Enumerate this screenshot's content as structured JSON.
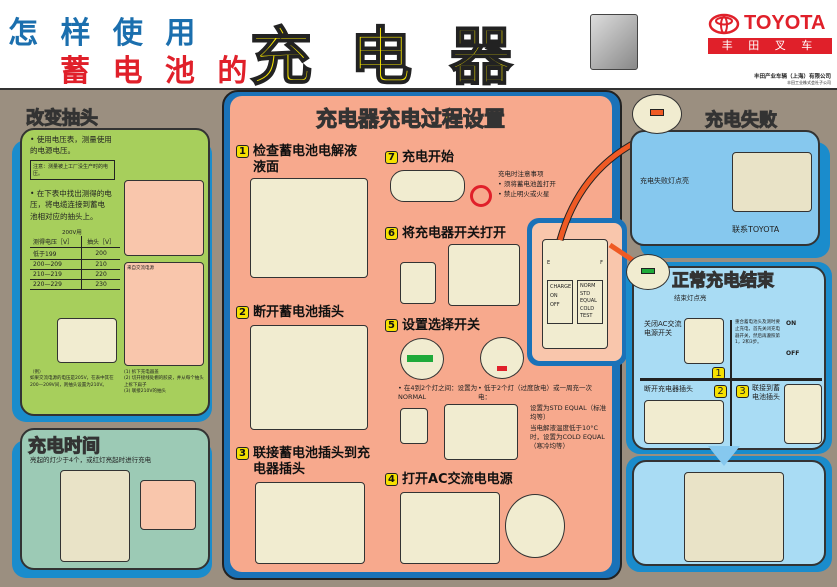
{
  "header": {
    "title_line1": "怎 样 使 用",
    "title_line2": "蓄 电 池 的",
    "title_big": "充电器",
    "brand": "TOYOTA",
    "brand_cn": "丰 田 叉 车",
    "company": "丰田产业车辆（上海）有限公司",
    "company_sub": "丰田工业株式会社子公司"
  },
  "tap": {
    "title": "改变抽头",
    "bullet1": "• 使用电压表，测量使用的电源电压。",
    "note": "注意：测量被上工厂没生产时的电压。",
    "bullet2": "• 在下表中找出测得的电压，将电缆连接到蓄电池相对应的抽头上。",
    "table_caption": "200V用",
    "headers": [
      "测得电压［V］",
      "抽头［V］"
    ],
    "rows": [
      [
        "低于199",
        "200"
      ],
      [
        "200—209",
        "210"
      ],
      [
        "210—219",
        "220"
      ],
      [
        "220—229",
        "230"
      ]
    ],
    "source_label": "来自交流电源",
    "example_title": "（例）",
    "example_text": "如果交流电源的电压是205V，在表中其在200—209V间，则抽头设置为210V。",
    "steps": [
      "(1) 拆下充电器盖",
      "(2) 切开接线处棚的胶皮，并从每个抽头上拆下扁子",
      "(3) 联接210V的抽头"
    ]
  },
  "charge_time": {
    "title": "充电时间",
    "text": "亮起的灯少于4个，或红灯亮起时进行充电"
  },
  "process": {
    "title": "充电器充电过程设置",
    "step1": {
      "num": "1",
      "label": "检查蓄电池电解液液面"
    },
    "step2": {
      "num": "2",
      "label": "断开蓄电池插头"
    },
    "step3": {
      "num": "3",
      "label": "联接蓄电池插头到充电器插头"
    },
    "step7": {
      "num": "7",
      "label": "充电开始",
      "notes_title": "充电时注意事项",
      "note1": "• 须将蓄电池盖打开",
      "note2": "• 禁止明火或火星"
    },
    "step6": {
      "num": "6",
      "label": "将充电器开关打开"
    },
    "step5": {
      "num": "5",
      "label": "设置选择开关",
      "left_note": "• 在4到2个灯之间：设置为NORMAL",
      "right_note": "• 低于2个灯（过度放电）或一周充一次电：",
      "std": "设置为STD EQUAL（标准均等）",
      "cold": "当电解液温度低于10°C时，设置为COLD EQUAL（寒冷均等）"
    },
    "step4": {
      "num": "4",
      "label": "打开AC交流电电源"
    },
    "panel_labels": {
      "charge": "CHARGE",
      "on": "ON",
      "off": "OFF",
      "norm": "NORM",
      "std": "STD EQUAL",
      "cold": "COLD",
      "test": "TEST",
      "e": "E",
      "f": "F"
    }
  },
  "failure": {
    "title": "充电失败",
    "lamp": "充电失败灯点亮",
    "contact": "联系TOYOTA"
  },
  "normal_end": {
    "title": "正常充电结束",
    "lamp": "结束灯点亮",
    "s1": {
      "num": "1",
      "label": "关闭AC交流电源开关"
    },
    "note": "重合蓄电池头及测时要止充电，首先关闭充电器开关，然后再遵照第1，2和3步。",
    "s2": {
      "num": "2",
      "label": "断开充电器插头"
    },
    "s3": {
      "num": "3",
      "label": "联接到蓄电池插头"
    },
    "on": "ON",
    "off": "OFF"
  },
  "colors": {
    "red": "#e0202a",
    "yellow": "#f6e400",
    "blue": "#1a8ccc",
    "salmon": "#f7a98d",
    "green": "#a7cf5c"
  }
}
